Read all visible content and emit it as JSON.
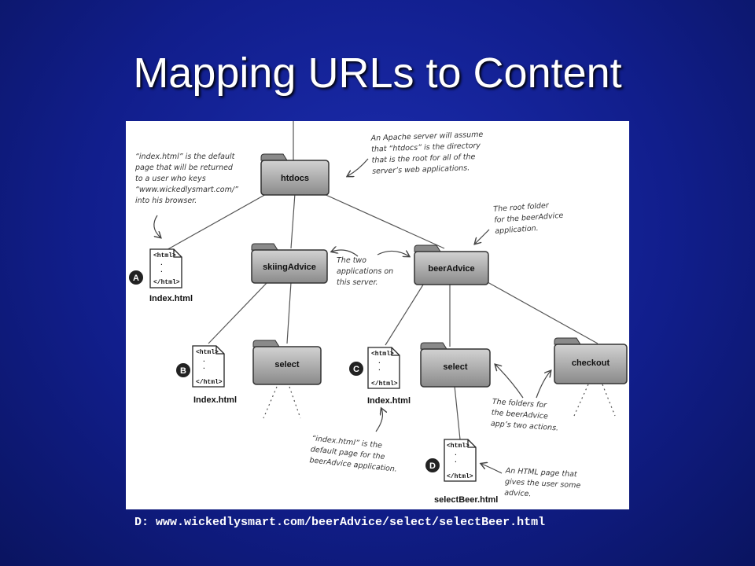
{
  "slide": {
    "title": "Mapping URLs to Content",
    "caption": "D: www.wickedlysmart.com/beerAdvice/select/selectBeer.html"
  },
  "diagram": {
    "folders": {
      "htdocs": "htdocs",
      "skiing": "skiingAdvice",
      "beer": "beerAdvice",
      "select_left": "select",
      "select_right": "select",
      "checkout": "checkout"
    },
    "files": {
      "a": {
        "marker": "A",
        "name": "Index.html"
      },
      "b": {
        "marker": "B",
        "name": "Index.html"
      },
      "c": {
        "marker": "C",
        "name": "Index.html"
      },
      "d": {
        "marker": "D",
        "name": "selectBeer.html"
      }
    },
    "code": {
      "open": "<html>",
      "dot": ".",
      "close": "</html>"
    },
    "notes": {
      "index_default": [
        "“index.html” is the default",
        "page that will be returned",
        "to a user who keys",
        "“www.wickedlysmart.com/”",
        "into his browser."
      ],
      "apache": [
        "An Apache server will assume",
        "that “htdocs” is the directory",
        "that is the root for all of the",
        "server’s web applications."
      ],
      "root_folder": [
        "The root folder",
        "for the beerAdvice",
        "application."
      ],
      "two_apps": [
        "The two",
        "applications on",
        "this server."
      ],
      "index_beer": [
        "“index.html” is the",
        "default page for the",
        "beerAdvice application."
      ],
      "folders_actions": [
        "The folders for",
        "the beerAdvice",
        "app’s two actions."
      ],
      "html_page": [
        "An HTML page that",
        "gives the user some",
        "advice."
      ]
    }
  }
}
